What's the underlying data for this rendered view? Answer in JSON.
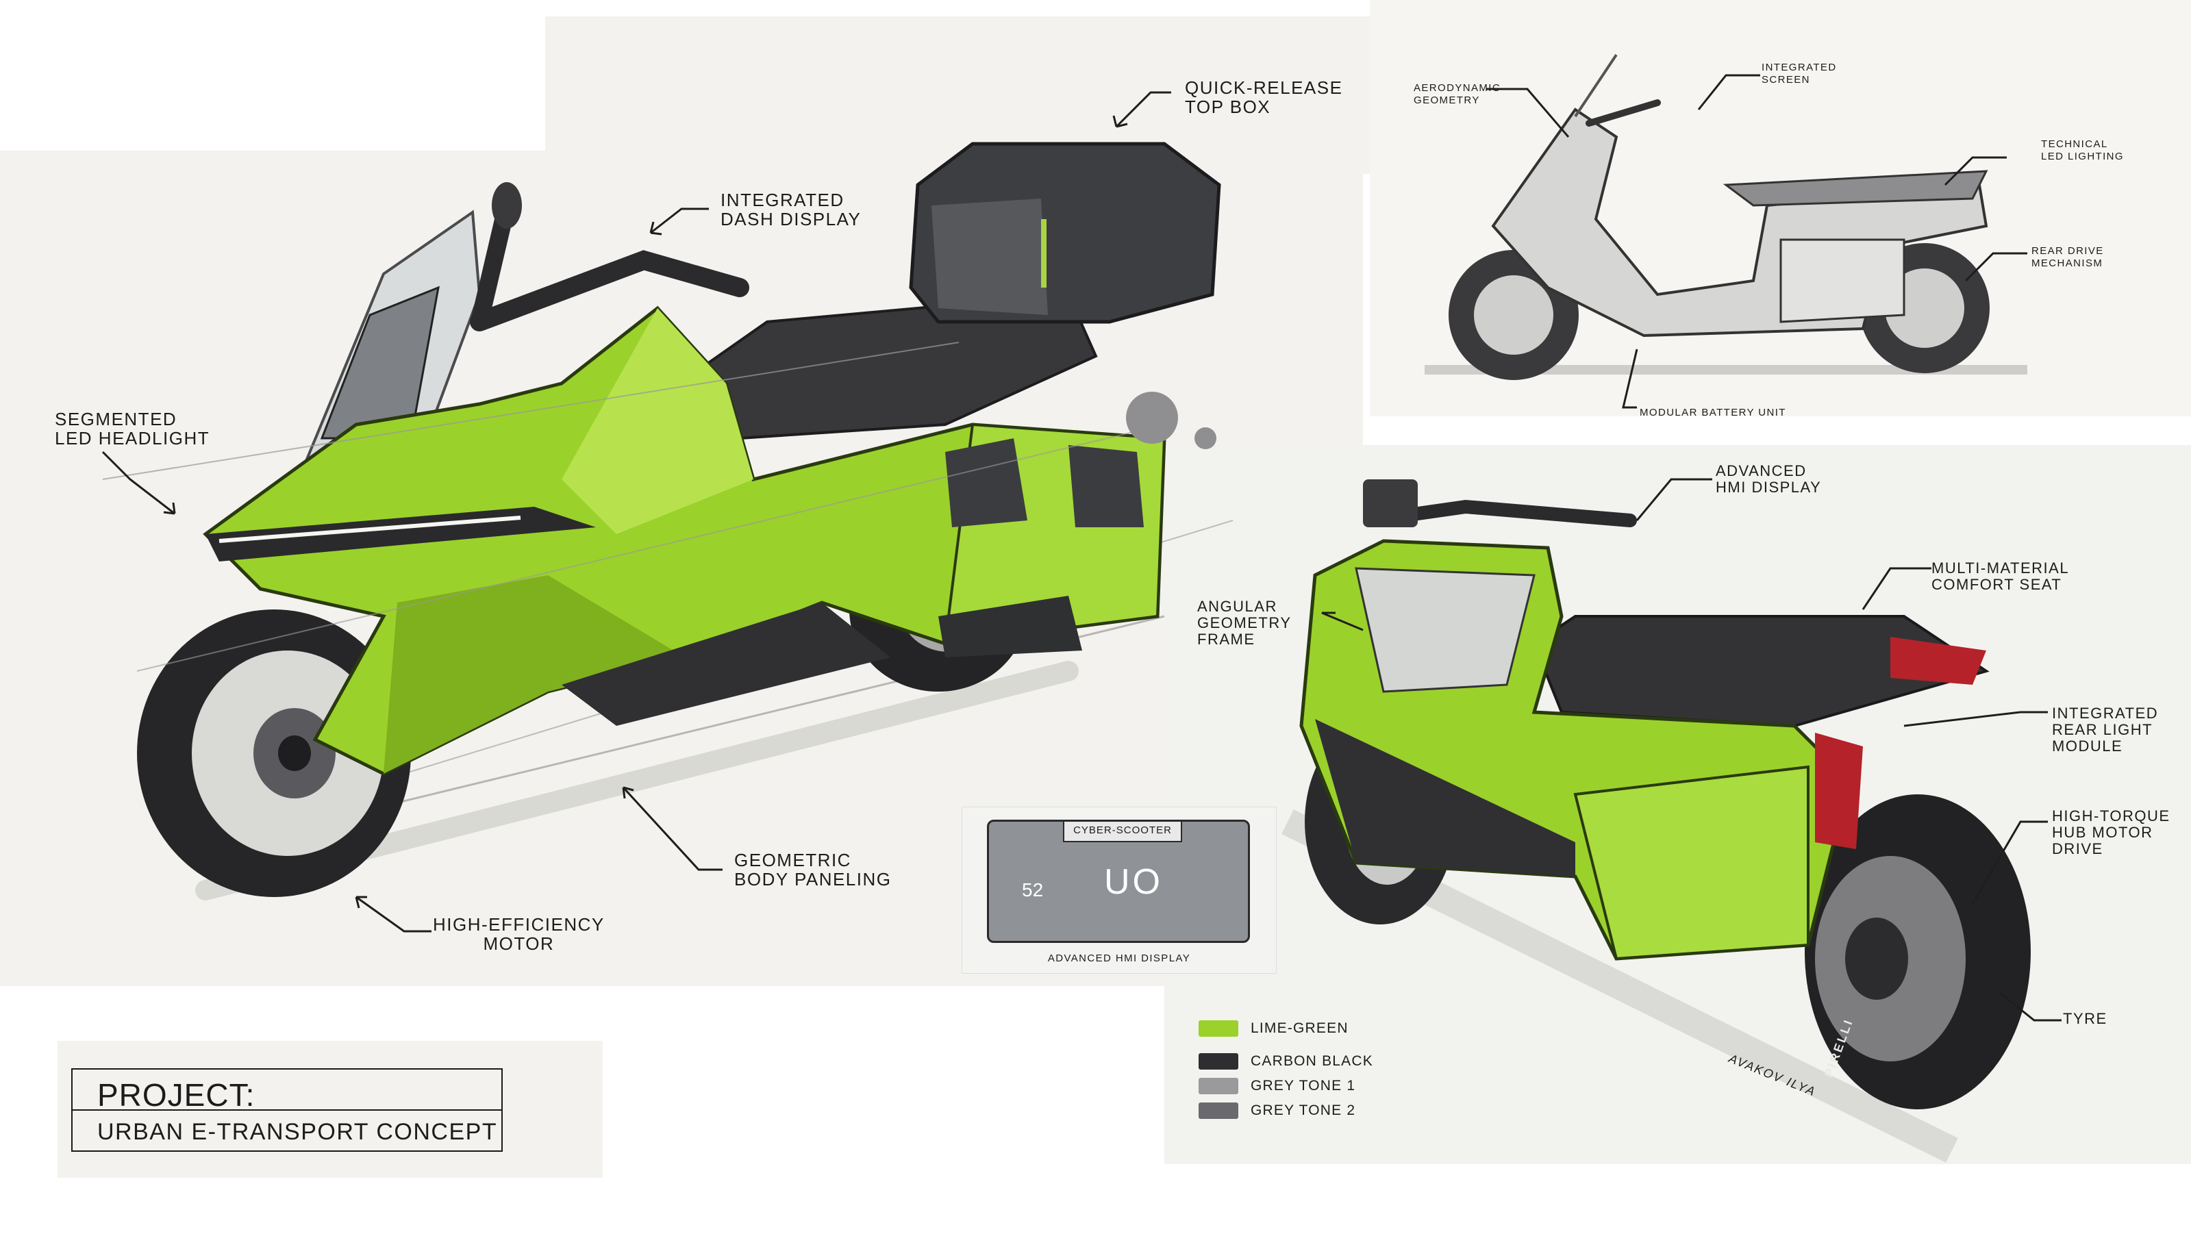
{
  "callouts_main": {
    "quick_release": "QUICK-RELEASE\nTOP BOX",
    "dash_display": "INTEGRATED\nDASH DISPLAY",
    "headlight": "SEGMENTED\nLED HEADLIGHT",
    "paneling": "GEOMETRIC\nBODY PANELING",
    "motor": "HIGH-EFFICIENCY\nMOTOR"
  },
  "callouts_side": {
    "aero": "AERODYNAMIC\nGEOMETRY",
    "screen": "INTEGRATED\nSCREEN",
    "lighting": "TECHNICAL\nLED LIGHTING",
    "rear_drive": "REAR DRIVE\nMECHANISM",
    "battery": "MODULAR BATTERY UNIT"
  },
  "callouts_rear": {
    "hmi": "ADVANCED\nHMI DISPLAY",
    "seat": "MULTI-MATERIAL\nCOMFORT SEAT",
    "frame": "ANGULAR\nGEOMETRY\nFRAME",
    "rear_light": "INTEGRATED\nREAR LIGHT\nMODULE",
    "hub_motor": "HIGH-TORQUE\nHUB MOTOR\nDRIVE",
    "tyre": "TYRE"
  },
  "hmi": {
    "title": "CYBER-SCOOTER",
    "speed": "52",
    "gear": "UO",
    "caption": "ADVANCED HMI DISPLAY"
  },
  "legend": [
    {
      "label": "LIME-GREEN",
      "color": "#9bd12b"
    },
    {
      "label": "CARBON BLACK",
      "color": "#2e2e30"
    },
    {
      "label": "GREY TONE 1",
      "color": "#9a9a9c"
    },
    {
      "label": "GREY TONE 2",
      "color": "#6a6a6e"
    }
  ],
  "project": {
    "label": "PROJECT:",
    "name": "URBAN E-TRANSPORT CONCEPT"
  },
  "signature": "AVAKOV ILYA",
  "tyre_brand": "PIRELLI",
  "colors": {
    "lime": "#9bd12b",
    "lime_dark": "#6f9e16",
    "carbon": "#2e2e30",
    "grey1": "#9a9a9c",
    "grey2": "#6a6a6e"
  }
}
